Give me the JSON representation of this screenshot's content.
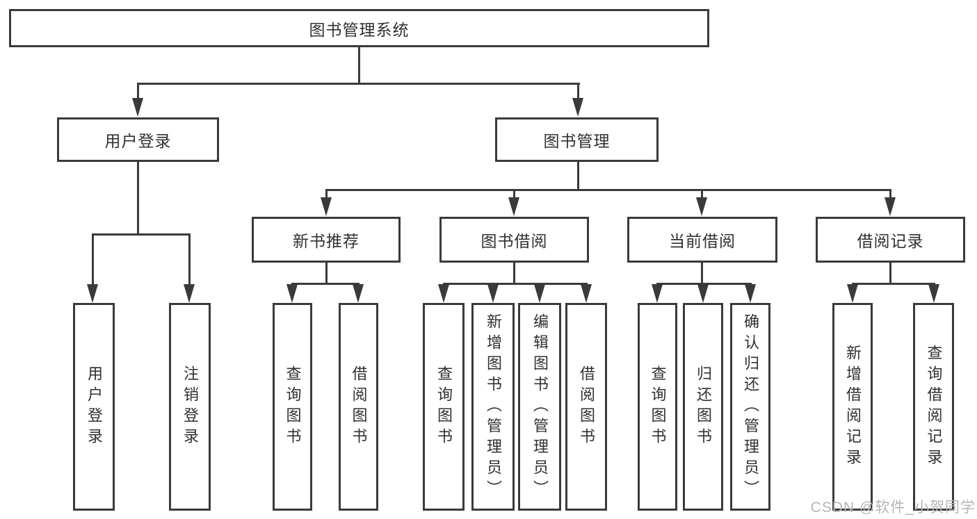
{
  "diagram": {
    "title": "图书管理系统",
    "root": {
      "label": "图书管理系统"
    },
    "branches": [
      {
        "label": "用户登录",
        "children": [
          {
            "label": "用户登录"
          },
          {
            "label": "注销登录"
          }
        ]
      },
      {
        "label": "图书管理",
        "children": [
          {
            "label": "新书推荐",
            "children": [
              {
                "label": "查询图书"
              },
              {
                "label": "借阅图书"
              }
            ]
          },
          {
            "label": "图书借阅",
            "children": [
              {
                "label": "查询图书"
              },
              {
                "label": "新增图书（管理员）"
              },
              {
                "label": "编辑图书（管理员）"
              },
              {
                "label": "借阅图书"
              }
            ]
          },
          {
            "label": "当前借阅",
            "children": [
              {
                "label": "查询图书"
              },
              {
                "label": "归还图书"
              },
              {
                "label": "确认归还（管理员）"
              }
            ]
          },
          {
            "label": "借阅记录",
            "children": [
              {
                "label": "新增借阅记录"
              },
              {
                "label": "查询借阅记录"
              }
            ]
          }
        ]
      }
    ]
  },
  "watermark": {
    "text": "CSDN @软件_小贺同学"
  },
  "colors": {
    "line": "#3a3a3a",
    "text": "#303030",
    "watermark": "#b5b5b5",
    "background": "#ffffff"
  }
}
